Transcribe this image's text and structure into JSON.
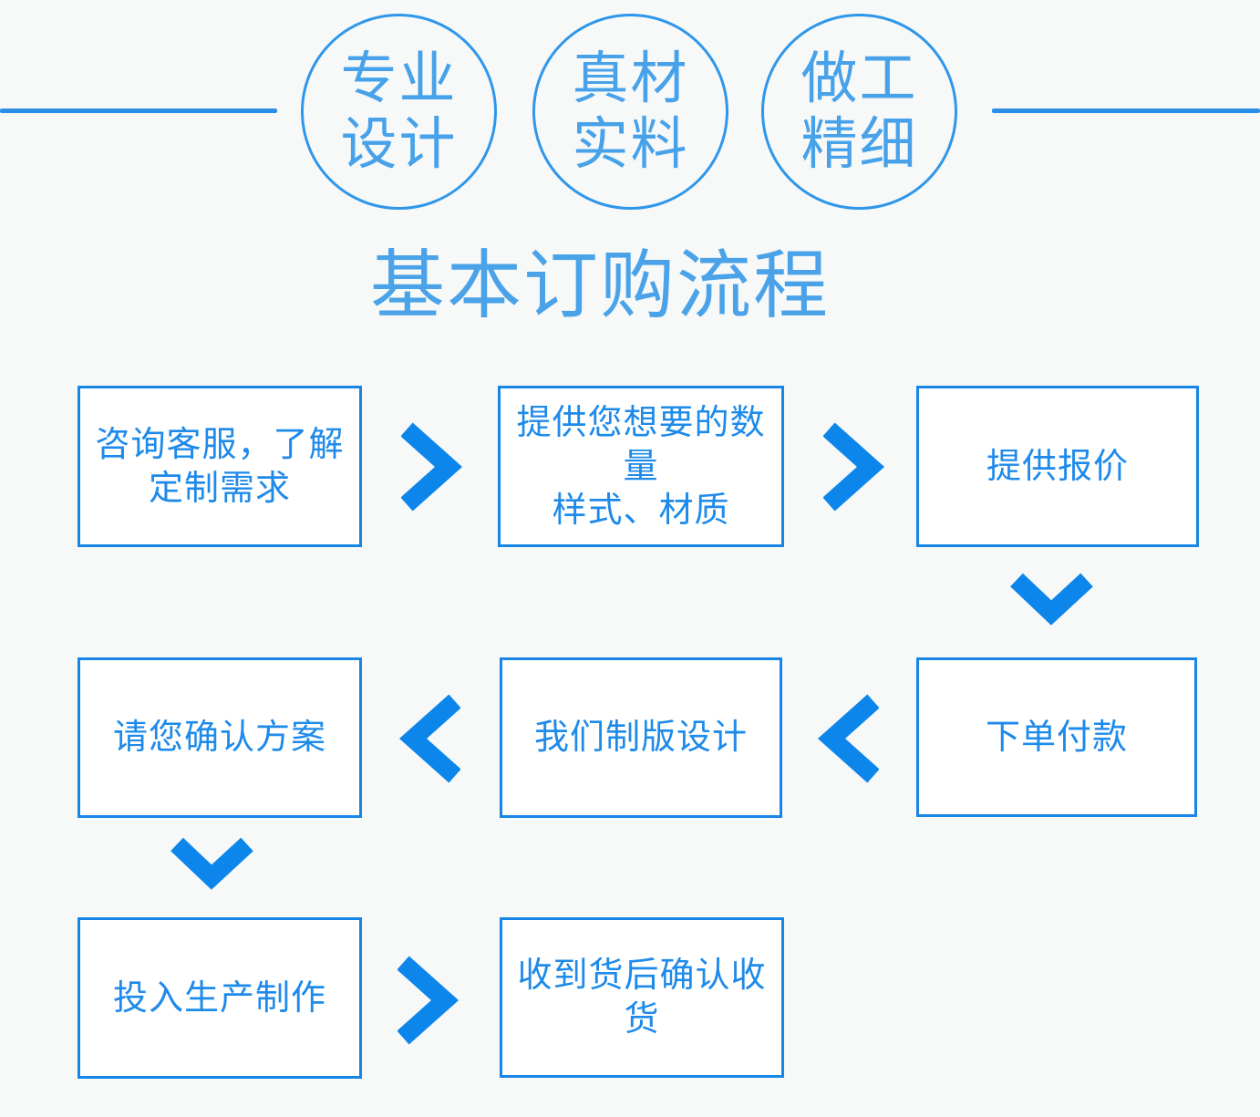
{
  "page": {
    "background_color": "#f7f8f8",
    "accent_dark_blue": "#1786e6",
    "accent_light_blue": "#4aa3e8",
    "arrow_blue": "#0d86ec"
  },
  "header": {
    "badges": [
      {
        "name": "professional-design",
        "line1": "专业",
        "line2": "设计"
      },
      {
        "name": "genuine-materials",
        "line1": "真材",
        "line2": "实料"
      },
      {
        "name": "fine-workmanship",
        "line1": "做工",
        "line2": "精细"
      }
    ]
  },
  "title": "基本订购流程",
  "flow": {
    "steps": [
      {
        "id": 1,
        "label": "咨询客服，了解\n定制需求"
      },
      {
        "id": 2,
        "label": "提供您想要的数量\n样式、材质"
      },
      {
        "id": 3,
        "label": "提供报价"
      },
      {
        "id": 4,
        "label": "下单付款"
      },
      {
        "id": 5,
        "label": "我们制版设计"
      },
      {
        "id": 6,
        "label": "请您确认方案"
      },
      {
        "id": 7,
        "label": "投入生产制作"
      },
      {
        "id": 8,
        "label": "收到货后确认收货"
      }
    ],
    "arrows": [
      {
        "from": 1,
        "to": 2,
        "direction": "right"
      },
      {
        "from": 2,
        "to": 3,
        "direction": "right"
      },
      {
        "from": 3,
        "to": 4,
        "direction": "down"
      },
      {
        "from": 4,
        "to": 5,
        "direction": "left"
      },
      {
        "from": 5,
        "to": 6,
        "direction": "left"
      },
      {
        "from": 6,
        "to": 7,
        "direction": "down"
      },
      {
        "from": 7,
        "to": 8,
        "direction": "right"
      }
    ]
  }
}
